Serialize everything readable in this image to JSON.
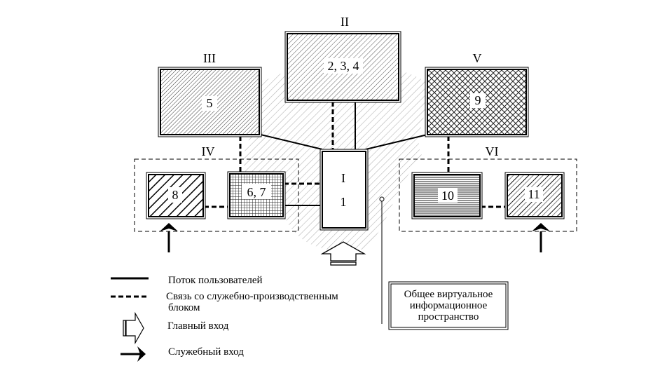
{
  "zones": {
    "II": {
      "roman": "II",
      "label": "2, 3, 4"
    },
    "III": {
      "roman": "III",
      "label": "5"
    },
    "V": {
      "roman": "V",
      "label": "9"
    },
    "IV": {
      "roman": "IV"
    },
    "VI": {
      "roman": "VI"
    }
  },
  "boxes": {
    "b8": {
      "label": "8"
    },
    "b67": {
      "label": "6, 7"
    },
    "b10": {
      "label": "10"
    },
    "b11": {
      "label": "11"
    }
  },
  "central": {
    "roman": "I",
    "label": "1"
  },
  "legend": {
    "user_flow": "Поток пользователей",
    "service_link_1": "Связь со служебно-производственным",
    "service_link_2": "блоком",
    "main_entrance": "Главный вход",
    "service_entrance": "Служебный вход"
  },
  "info_space": {
    "line1": "Общее виртуальное",
    "line2": "информационное",
    "line3": "пространство"
  }
}
